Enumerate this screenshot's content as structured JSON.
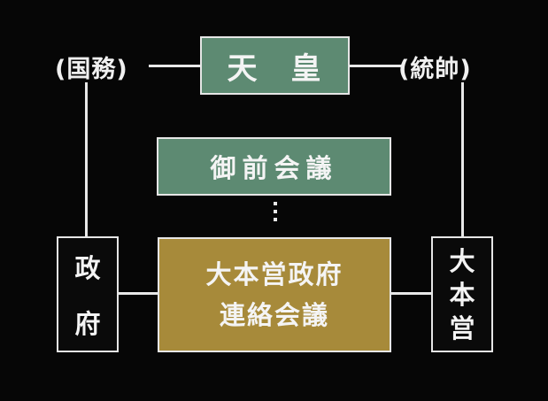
{
  "top_box": {
    "label": "天　皇"
  },
  "left_label": "(国務)",
  "right_label": "(統帥)",
  "council_box": {
    "label": "御前会議"
  },
  "left_box": {
    "line1": "政",
    "line2": "府"
  },
  "center_box": {
    "line1": "大本営政府",
    "line2": "連絡会議"
  },
  "right_box": {
    "line1": "大",
    "line2": "本",
    "line3": "営"
  },
  "colors": {
    "background": "#060606",
    "green": "#5d8a72",
    "gold": "#a78a3a",
    "line": "#e8e8e8"
  }
}
